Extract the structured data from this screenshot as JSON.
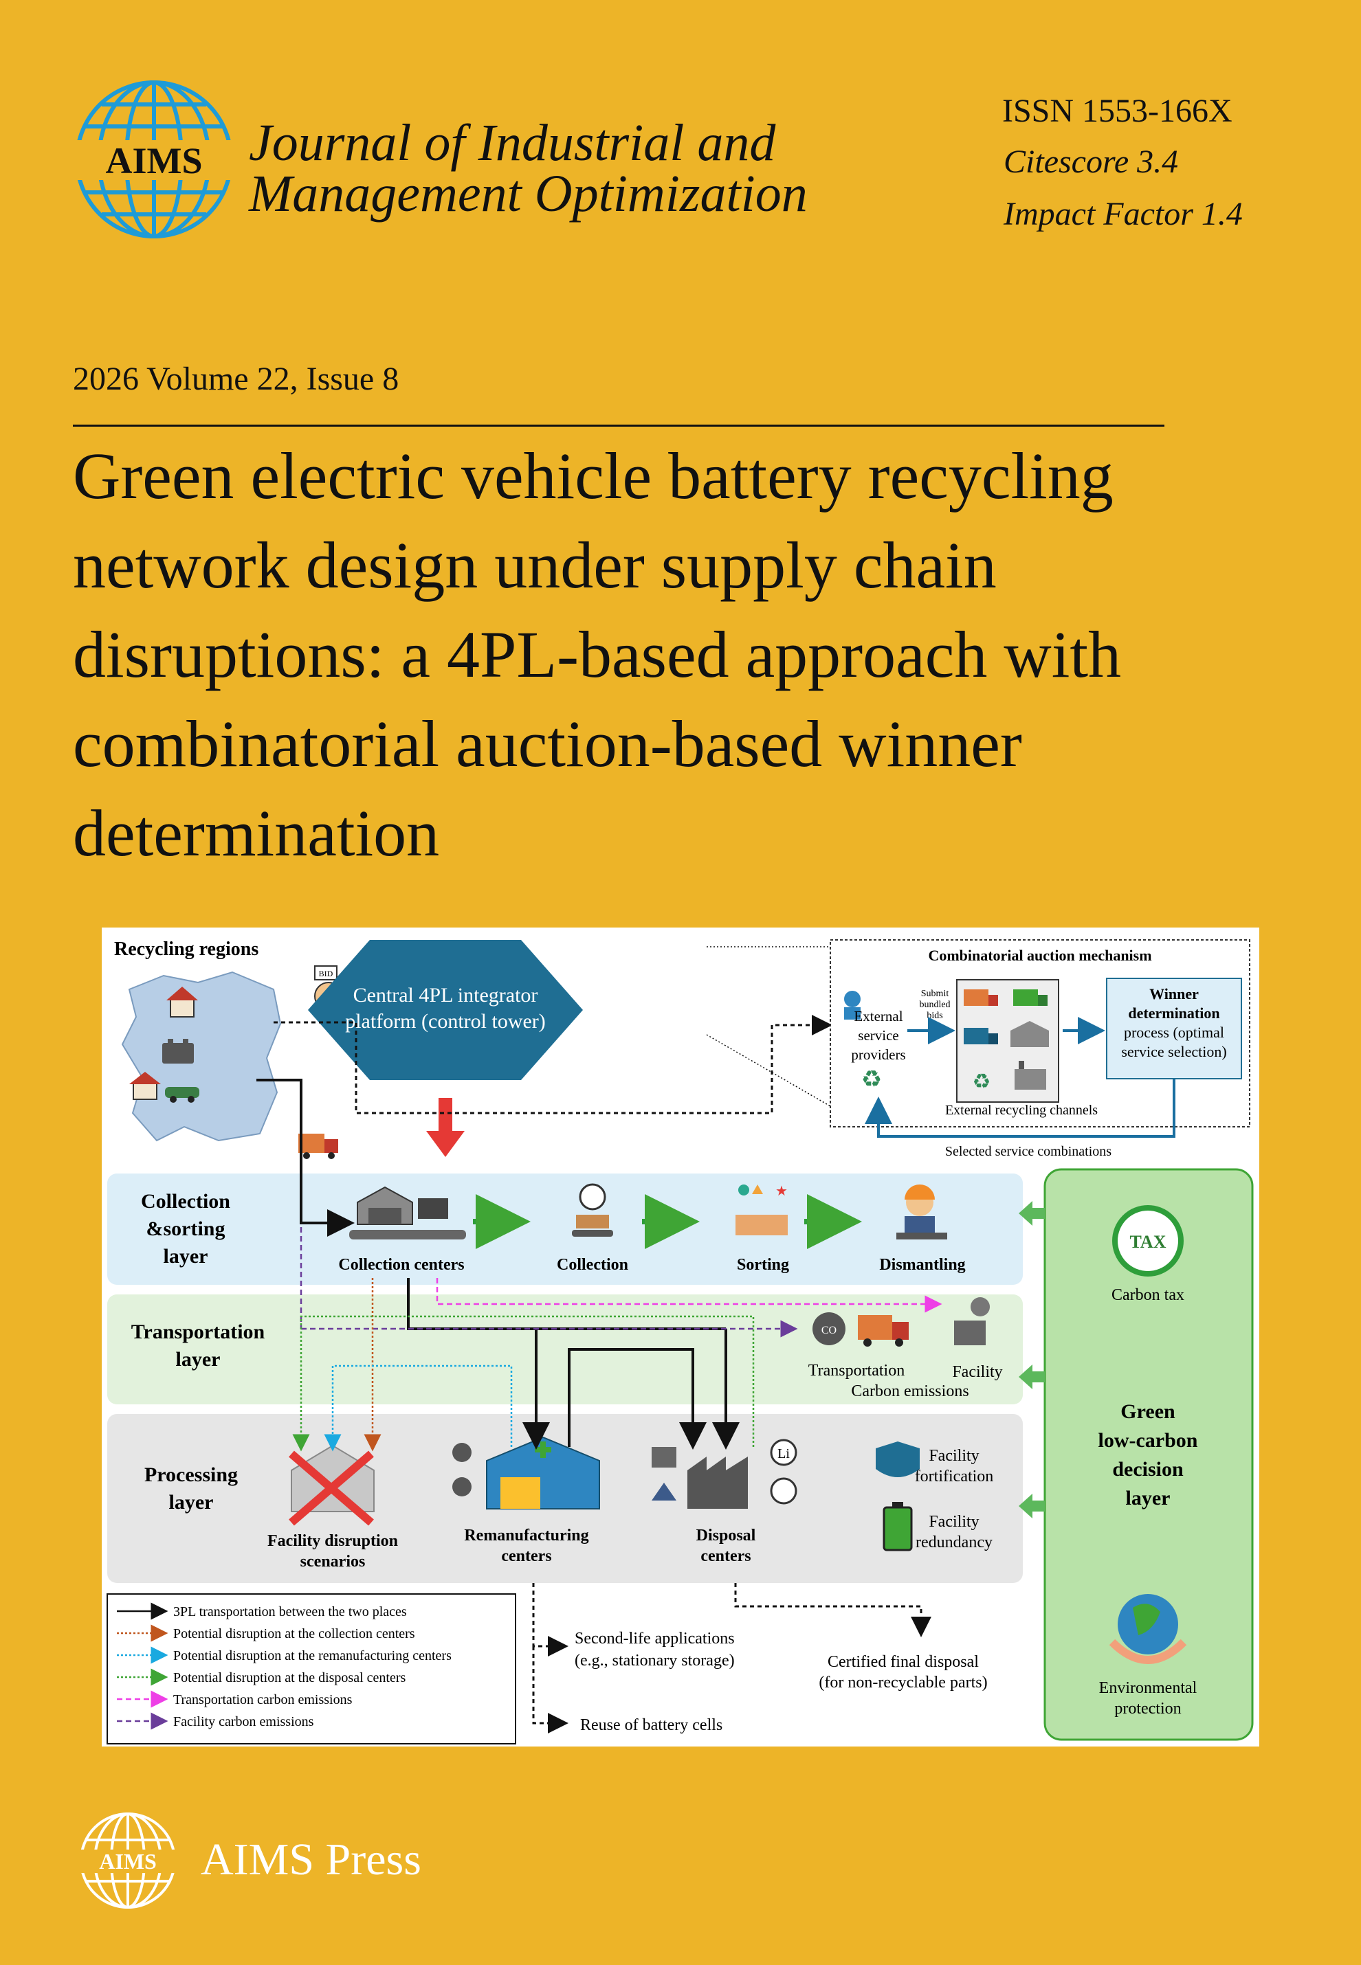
{
  "journal": {
    "name_line1": "Journal of Industrial and",
    "name_line2": "Management Optimization",
    "logo_text": "AIMS",
    "issn": "ISSN 1553-166X",
    "citescore": "Citescore 3.4",
    "impact_factor": "Impact Factor 1.4",
    "issue": "2026 Volume 22, Issue 8",
    "publisher": "AIMS Press",
    "colors": {
      "background": "#EDB428",
      "logo_blue": "#1E9BD7"
    }
  },
  "article": {
    "title_lines": [
      "Green electric vehicle battery recycling",
      "network design under supply chain",
      "disruptions: a 4PL-based approach with",
      "combinatorial auction-based winner",
      "determination"
    ]
  },
  "figure": {
    "recycling_regions": "Recycling regions",
    "control_tower": [
      "Central 4PL integrator",
      "platform (control tower)"
    ],
    "auction": {
      "title": "Combinatorial auction mechanism",
      "external": [
        "External",
        "service",
        "providers"
      ],
      "submit": [
        "Submit",
        "bundled",
        "bids"
      ],
      "winner": [
        "Winner",
        "determination",
        "process (optimal",
        "service selection)"
      ],
      "channels": "External recycling channels",
      "selected": "Selected service combinations"
    },
    "collection_layer": {
      "label": [
        "Collection",
        "&sorting",
        "layer"
      ],
      "steps": [
        "Collection centers",
        "Collection",
        "Sorting",
        "Dismantling"
      ]
    },
    "transport_layer": {
      "label": [
        "Transportation",
        "layer"
      ],
      "transportation": "Transportation",
      "facility": "Facility",
      "carbon": "Carbon emissions"
    },
    "processing_layer": {
      "label": [
        "Processing",
        "layer"
      ],
      "disruption": [
        "Facility disruption",
        "scenarios"
      ],
      "reman": [
        "Remanufacturing",
        "centers"
      ],
      "disposal": [
        "Disposal",
        "centers"
      ],
      "fortification": [
        "Facility",
        "fortification"
      ],
      "redundancy": [
        "Facility",
        "redundancy"
      ]
    },
    "green_layer": {
      "label": [
        "Green",
        "low-carbon",
        "decision",
        "layer"
      ],
      "carbon_tax": "Carbon tax",
      "tax_icon_text": "TAX",
      "env": [
        "Environmental",
        "protection"
      ]
    },
    "outputs": {
      "second_life": [
        "Second-life applications",
        "(e.g., stationary storage)"
      ],
      "reuse": "Reuse of battery cells",
      "certified": [
        "Certified final disposal",
        "(for non-recyclable parts)"
      ]
    },
    "icon_labels": {
      "bid": "BID",
      "co2": "CO",
      "lithium": "Li"
    },
    "legend": [
      {
        "text": "3PL transportation between the two places",
        "color": "#111111",
        "dash": ""
      },
      {
        "text": "Potential disruption at the collection centers",
        "color": "#C0561E",
        "dash": "3 3"
      },
      {
        "text": "Potential disruption at the remanufacturing centers",
        "color": "#1AA9E0",
        "dash": "3 3"
      },
      {
        "text": "Potential disruption at the disposal centers",
        "color": "#3FA535",
        "dash": "3 3"
      },
      {
        "text": "Transportation carbon emissions",
        "color": "#EE3FE6",
        "dash": "8 5"
      },
      {
        "text": "Facility carbon emissions",
        "color": "#6A3D9A",
        "dash": "8 5"
      }
    ]
  }
}
